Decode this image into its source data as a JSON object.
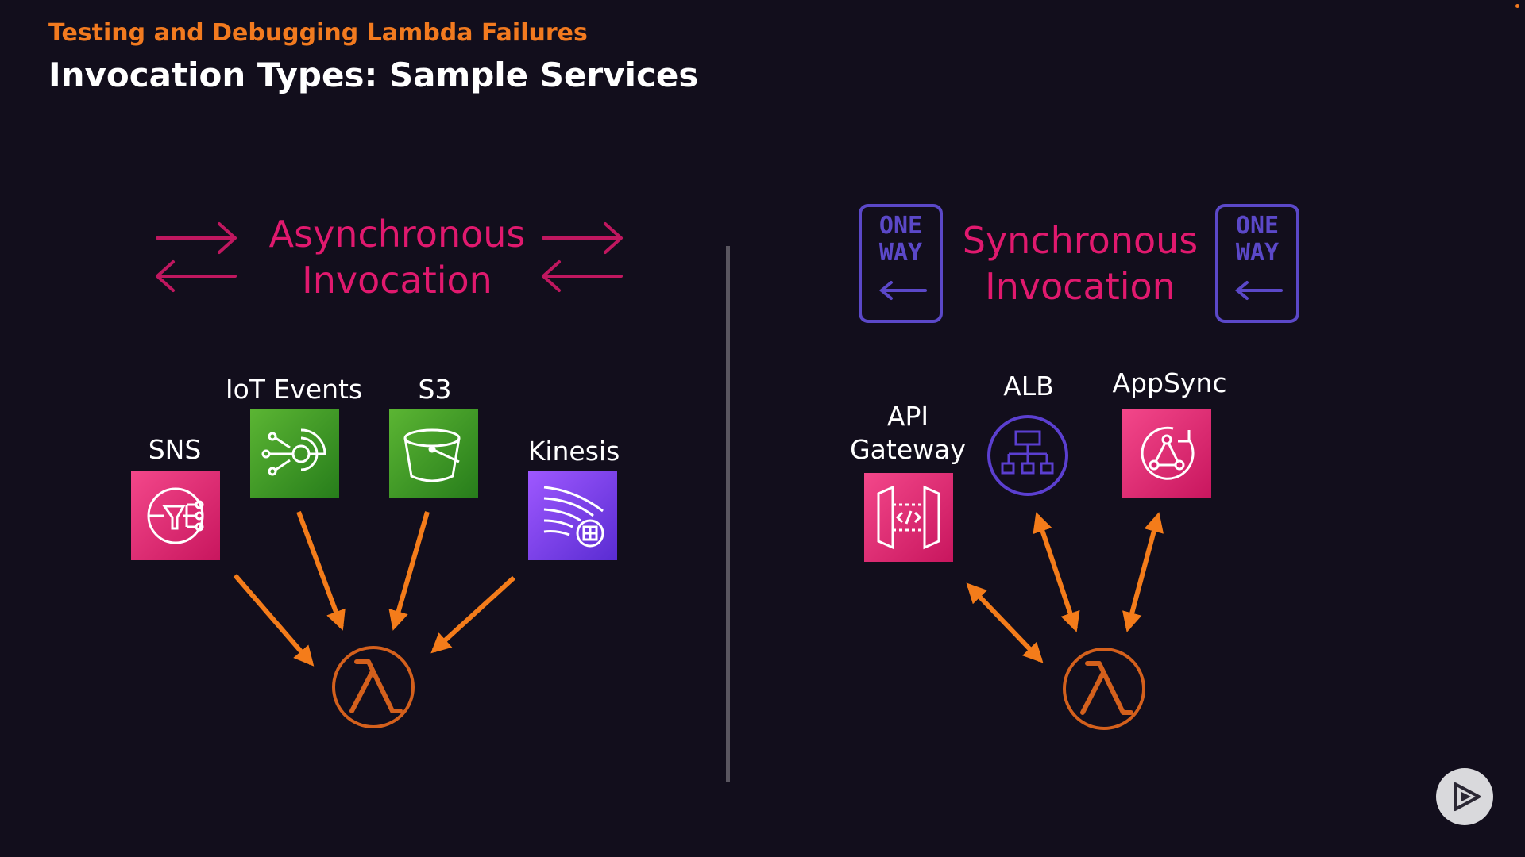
{
  "slide": {
    "subtitle": "Testing and Debugging Lambda Failures",
    "title": "Invocation Types: Sample Services"
  },
  "async": {
    "heading_line1": "Asynchronous",
    "heading_line2": "Invocation",
    "services": [
      {
        "label": "SNS",
        "icon": "sns-icon"
      },
      {
        "label": "IoT Events",
        "icon": "iot-events-icon"
      },
      {
        "label": "S3",
        "icon": "s3-bucket-icon"
      },
      {
        "label": "Kinesis",
        "icon": "kinesis-icon"
      }
    ],
    "target_icon": "lambda-icon"
  },
  "sync": {
    "heading_line1": "Synchronous",
    "heading_line2": "Invocation",
    "sign_line1": "ONE",
    "sign_line2": "WAY",
    "services": [
      {
        "label_line1": "API",
        "label_line2": "Gateway",
        "icon": "api-gateway-icon"
      },
      {
        "label": "ALB",
        "icon": "alb-icon"
      },
      {
        "label": "AppSync",
        "icon": "appsync-icon"
      }
    ],
    "target_icon": "lambda-icon"
  },
  "colors": {
    "background": "#120e1c",
    "accent_orange": "#f27a1f",
    "heading_pink": "#e0196e",
    "sign_purple": "#5b48c8",
    "arrow_orange": "#f47c1a"
  },
  "player": {
    "icon": "play-icon"
  }
}
